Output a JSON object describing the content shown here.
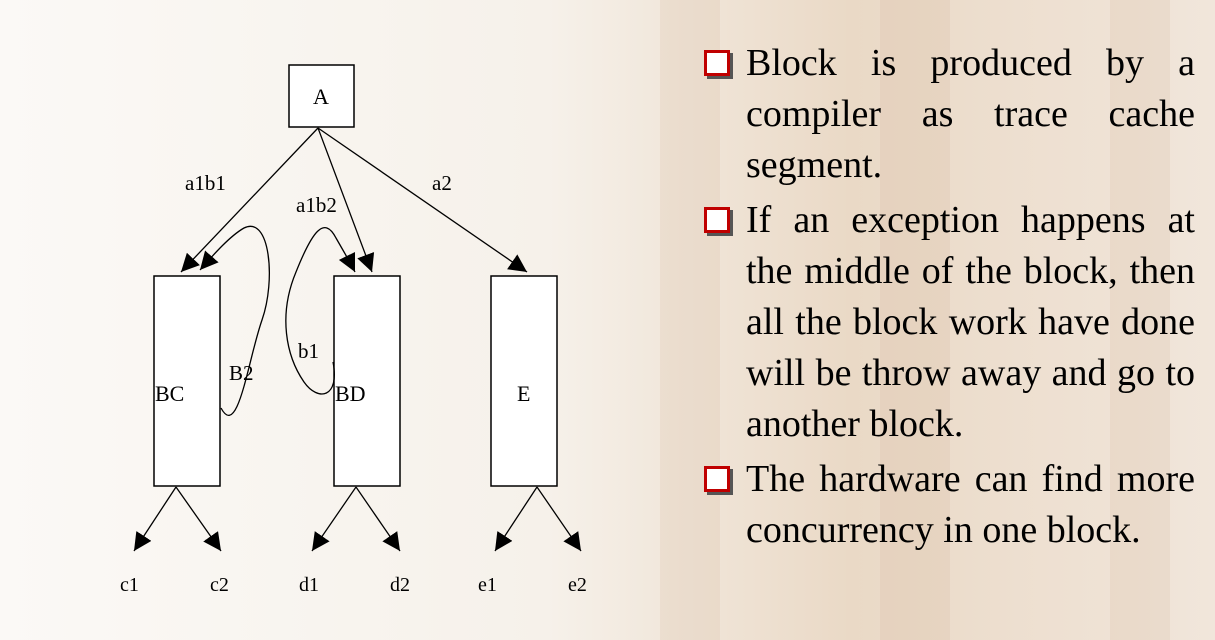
{
  "diagram": {
    "root": "A",
    "blocks": [
      "BC",
      "BD",
      "E"
    ],
    "edge_labels": [
      "a1b1",
      "a1b2",
      "a2",
      "B2",
      "b1"
    ],
    "leaves": [
      "c1",
      "c2",
      "d1",
      "d2",
      "e1",
      "e2"
    ]
  },
  "bullets": [
    "Block is produced by a compiler as trace cache segment.",
    "If an exception happens at the middle of the block,  then all the block work have done will be throw away and go to another block.",
    "The hardware can find more concurrency in one block."
  ],
  "colors": {
    "bullet_border": "#c00000",
    "background_tint": "#ead9c6"
  },
  "icons": {
    "bullet": "hollow-square-bullet-icon"
  }
}
